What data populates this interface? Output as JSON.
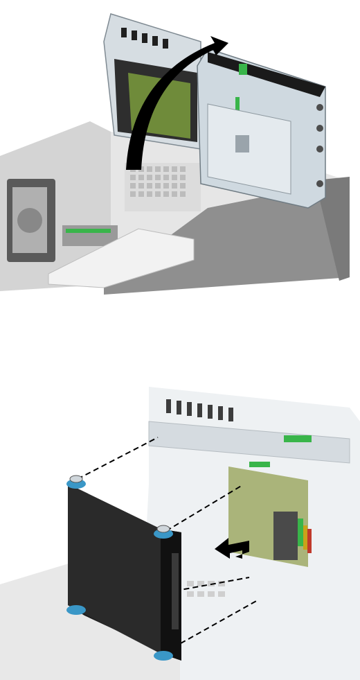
{
  "figures": [
    {
      "name": "rotate-drive-cage",
      "step_arrow": "curved-arrow-up",
      "colors": {
        "chassis_gray": "#8e8e8e",
        "chassis_light": "#d9d9d9",
        "cage_metal": "#c7d3dc",
        "accent_green": "#39b54a",
        "drive_green": "#7d8f3e",
        "arrow": "#000000"
      }
    },
    {
      "name": "install-2-5-inch-drive",
      "drive_label": "",
      "mounting_screws": 4,
      "colors": {
        "drive_body": "#262626",
        "screw_blue": "#3a97c7",
        "guide_line": "#000000",
        "cage_light": "#dfe6ea",
        "accent_green": "#39b54a"
      }
    }
  ]
}
